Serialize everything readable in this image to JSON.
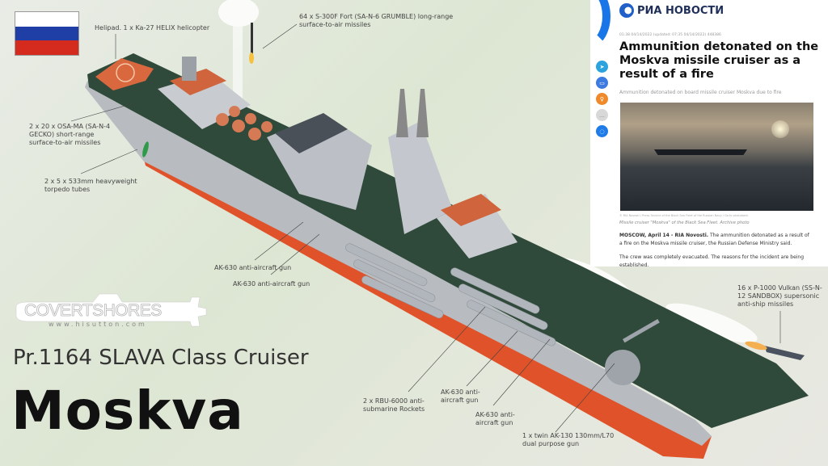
{
  "flag": {
    "colors": [
      "#ffffff",
      "#1f3fa6",
      "#d52b1e"
    ]
  },
  "callouts": {
    "helipad": "Helipad. 1 x Ka-27 HELIX helicopter",
    "s300_l1": "64 x S-300F Fort (SA-N-6 GRUMBLE) long-range",
    "s300_l2": "surface-to-air missiles",
    "osa_l1": "2 x 20 x OSA-MA (SA-N-4",
    "osa_l2": "GECKO) short-range",
    "osa_l3": "surface-to-air missiles",
    "torpedo_l1": "2 x 5 x 533mm heavyweight",
    "torpedo_l2": "torpedo tubes",
    "ak630_a": "AK-630 anti-aircraft gun",
    "ak630_b": "AK-630 anti-aircraft gun",
    "rbu_l1": "2 x RBU-6000 anti-",
    "rbu_l2": "submarine Rockets",
    "ak630_c_l1": "AK-630 anti-",
    "ak630_c_l2": "aircraft gun",
    "ak630_d_l1": "AK-630 anti-",
    "ak630_d_l2": "aircraft gun",
    "ak130_l1": "1 x twin AK-130 130mm/L70",
    "ak130_l2": "dual purpose gun",
    "vulkan_l1": "16 x P-1000 Vulkan (SS-N-",
    "vulkan_l2": "12 SANDBOX) supersonic",
    "vulkan_l3": "anti-ship missiles"
  },
  "logo": {
    "name": "COVERTSHORES",
    "url": "www.hisutton.com"
  },
  "subtitle": "Pr.1164 SLAVA Class Cruiser",
  "title": "Moskva",
  "news": {
    "brand": "РИА НОВОСТИ",
    "meta": "01:38 04/14/2022 (updated: 07:35 04/14/2022)   448386",
    "headline": "Ammunition detonated on the Moskva missile cruiser as a result of a fire",
    "lead": "Ammunition detonated on board missile cruiser Moskva due to fire",
    "photo_credit": "© RIA Novosti / Press Service of the Black Sea Fleet of the Russian Navy / Go to photobank",
    "caption": "Missile cruiser \"Moskva\" of the Black Sea Fleet. Archive photo",
    "dateline": "MOSCOW, April 14 - RIA Novosti.",
    "body1": " The ammunition detonated as a result of a fire on the Moskva missile cruiser, the Russian Defense Ministry said.",
    "body2": "The crew was completely evacuated. The reasons for the incident are being established.",
    "share_colors": [
      "#2aa3df",
      "#3d7be0",
      "#f0892a",
      "#d8d8d8",
      "#1f7be8"
    ]
  }
}
